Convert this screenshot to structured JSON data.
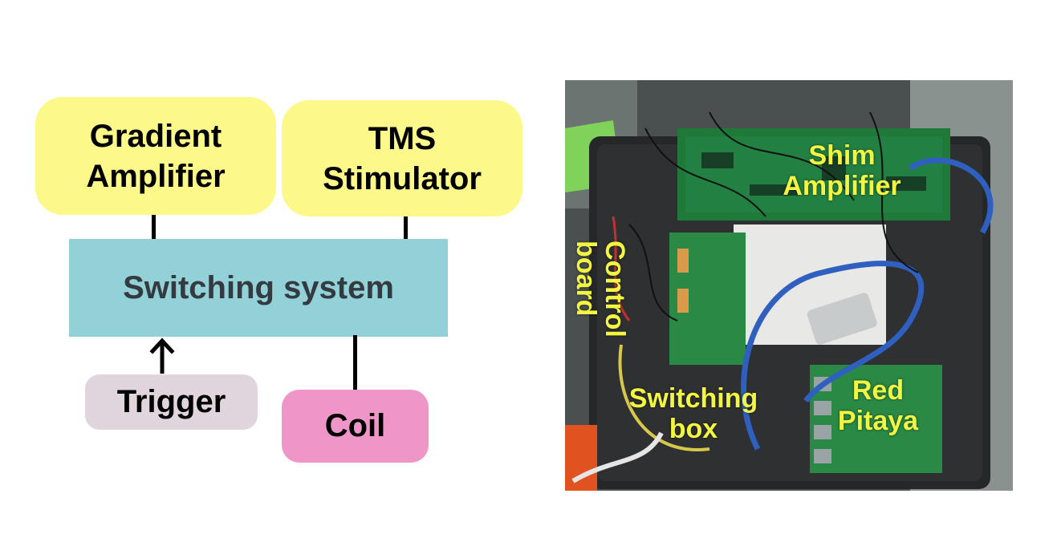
{
  "diagram": {
    "gradient_amplifier": [
      "Gradient",
      "Amplifier"
    ],
    "tms_stimulator": [
      "TMS",
      "Stimulator"
    ],
    "switching_system": "Switching system",
    "trigger": "Trigger",
    "coil": "Coil"
  },
  "photo": {
    "shim_amplifier": [
      "Shim",
      "Amplifier"
    ],
    "control_board": [
      "Control",
      "board"
    ],
    "switching_box": [
      "Switching",
      "box"
    ],
    "red_pitaya": [
      "Red",
      "Pitaya"
    ]
  },
  "colors": {
    "yellow_block": "#fdf88a",
    "switching_block": "#93d1d8",
    "trigger_block": "#e0d5dc",
    "coil_block": "#ee96c7",
    "photo_label": "#f2f542"
  }
}
